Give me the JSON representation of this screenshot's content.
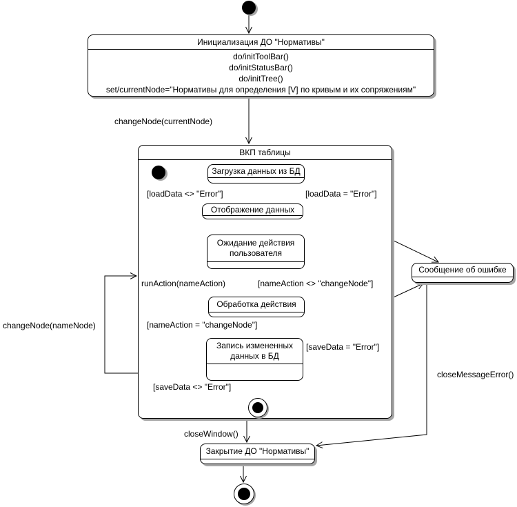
{
  "diagram_title": "UML state diagram",
  "states": {
    "init": {
      "title": "Инициализация ДО \"Нормативы\"",
      "actions": [
        "do/initToolBar()",
        "do/initStatusBar()",
        "do/initTree()",
        "set/currentNode=\"Нормативы для определения [V] по кривым и их сопряжениям\""
      ]
    },
    "composite": {
      "title": "ВКП таблицы"
    },
    "load": {
      "title": "Загрузка данных из БД"
    },
    "display": {
      "title": "Отображение данных"
    },
    "wait": {
      "title": "Ожидание действия пользователя"
    },
    "process": {
      "title": "Обработка действия"
    },
    "save": {
      "title": "Запись измененных данных в БД"
    },
    "error": {
      "title": "Сообщение об ошибке"
    },
    "close": {
      "title": "Закрытие ДО \"Нормативы\""
    }
  },
  "transitions": {
    "change_node_current": "changeNode(currentNode)",
    "load_ok": "[loadData <> \"Error\"]",
    "load_err": "[loadData = \"Error\"]",
    "run_action": "runAction(nameAction)",
    "name_action_neq": "[nameAction <> \"changeNode\"]",
    "name_action_eq": "[nameAction = \"changeNode\"]",
    "save_err": "[saveData = \"Error\"]",
    "save_ok": "[saveData <> \"Error\"]",
    "change_node_name": "changeNode(nameNode)",
    "close_window": "closeWindow()",
    "close_message_error": "closeMessageError()"
  },
  "colors": {
    "line": "#000000",
    "fill": "#ffffff",
    "shadow": "#a6a6a6"
  }
}
